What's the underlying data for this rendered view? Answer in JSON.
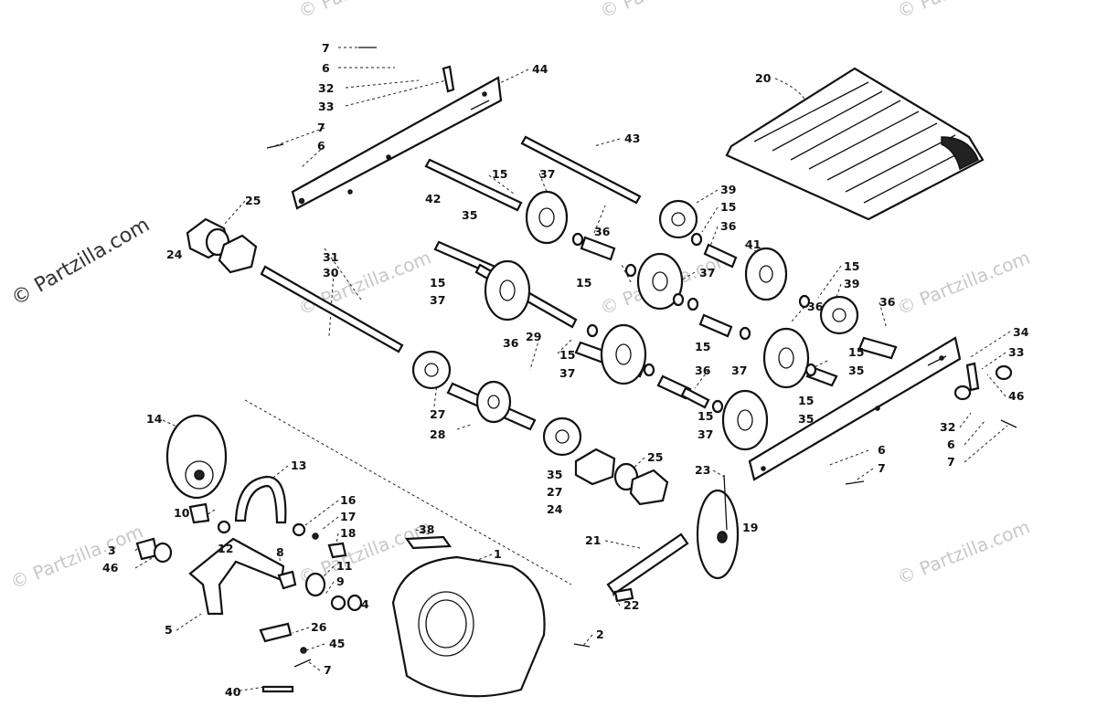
{
  "watermark": {
    "main_text": "© Partzilla.com",
    "faint_text": "© Partzilla.com"
  },
  "callouts": [
    {
      "id": "c7a",
      "label": "7"
    },
    {
      "id": "c6a",
      "label": "6"
    },
    {
      "id": "c32a",
      "label": "32"
    },
    {
      "id": "c33a",
      "label": "33"
    },
    {
      "id": "c7b",
      "label": "7"
    },
    {
      "id": "c6b",
      "label": "6"
    },
    {
      "id": "c44",
      "label": "44"
    },
    {
      "id": "c20",
      "label": "20"
    },
    {
      "id": "c43",
      "label": "43"
    },
    {
      "id": "c15a",
      "label": "15"
    },
    {
      "id": "c37a",
      "label": "37"
    },
    {
      "id": "c42",
      "label": "42"
    },
    {
      "id": "c35a",
      "label": "35"
    },
    {
      "id": "c36a",
      "label": "36"
    },
    {
      "id": "c39a",
      "label": "39"
    },
    {
      "id": "c15b",
      "label": "15"
    },
    {
      "id": "c36b",
      "label": "36"
    },
    {
      "id": "c25a",
      "label": "25"
    },
    {
      "id": "c24a",
      "label": "24"
    },
    {
      "id": "c31",
      "label": "31"
    },
    {
      "id": "c30",
      "label": "30"
    },
    {
      "id": "c15c",
      "label": "15"
    },
    {
      "id": "c37b",
      "label": "37"
    },
    {
      "id": "c15d",
      "label": "15"
    },
    {
      "id": "c37c",
      "label": "37"
    },
    {
      "id": "c41",
      "label": "41"
    },
    {
      "id": "c15e",
      "label": "15"
    },
    {
      "id": "c39b",
      "label": "39"
    },
    {
      "id": "c36c",
      "label": "36"
    },
    {
      "id": "c36d",
      "label": "36"
    },
    {
      "id": "c36e",
      "label": "36"
    },
    {
      "id": "c29",
      "label": "29"
    },
    {
      "id": "c15f",
      "label": "15"
    },
    {
      "id": "c37d",
      "label": "37"
    },
    {
      "id": "c15g",
      "label": "15"
    },
    {
      "id": "c36f",
      "label": "36"
    },
    {
      "id": "c37e",
      "label": "37"
    },
    {
      "id": "c15h",
      "label": "15"
    },
    {
      "id": "c35b",
      "label": "35"
    },
    {
      "id": "c34",
      "label": "34"
    },
    {
      "id": "c33b",
      "label": "33"
    },
    {
      "id": "c46a",
      "label": "46"
    },
    {
      "id": "c27a",
      "label": "27"
    },
    {
      "id": "c28",
      "label": "28"
    },
    {
      "id": "c15i",
      "label": "15"
    },
    {
      "id": "c37f",
      "label": "37"
    },
    {
      "id": "c15j",
      "label": "15"
    },
    {
      "id": "c35c",
      "label": "35"
    },
    {
      "id": "c32b",
      "label": "32"
    },
    {
      "id": "c6c",
      "label": "6"
    },
    {
      "id": "c7c",
      "label": "7"
    },
    {
      "id": "c6d",
      "label": "6"
    },
    {
      "id": "c7d",
      "label": "7"
    },
    {
      "id": "c14",
      "label": "14"
    },
    {
      "id": "c13",
      "label": "13"
    },
    {
      "id": "c35d",
      "label": "35"
    },
    {
      "id": "c27b",
      "label": "27"
    },
    {
      "id": "c25b",
      "label": "25"
    },
    {
      "id": "c23",
      "label": "23"
    },
    {
      "id": "c24b",
      "label": "24"
    },
    {
      "id": "c19",
      "label": "19"
    },
    {
      "id": "c10",
      "label": "10"
    },
    {
      "id": "c16",
      "label": "16"
    },
    {
      "id": "c17",
      "label": "17"
    },
    {
      "id": "c18",
      "label": "18"
    },
    {
      "id": "c12",
      "label": "12"
    },
    {
      "id": "c38",
      "label": "38"
    },
    {
      "id": "c21",
      "label": "21"
    },
    {
      "id": "c3",
      "label": "3"
    },
    {
      "id": "c46b",
      "label": "46"
    },
    {
      "id": "c8",
      "label": "8"
    },
    {
      "id": "c11",
      "label": "11"
    },
    {
      "id": "c9",
      "label": "9"
    },
    {
      "id": "c1",
      "label": "1"
    },
    {
      "id": "c4",
      "label": "4"
    },
    {
      "id": "c22",
      "label": "22"
    },
    {
      "id": "c5",
      "label": "5"
    },
    {
      "id": "c26",
      "label": "26"
    },
    {
      "id": "c45",
      "label": "45"
    },
    {
      "id": "c2",
      "label": "2"
    },
    {
      "id": "c7e",
      "label": "7"
    },
    {
      "id": "c40",
      "label": "40"
    }
  ]
}
